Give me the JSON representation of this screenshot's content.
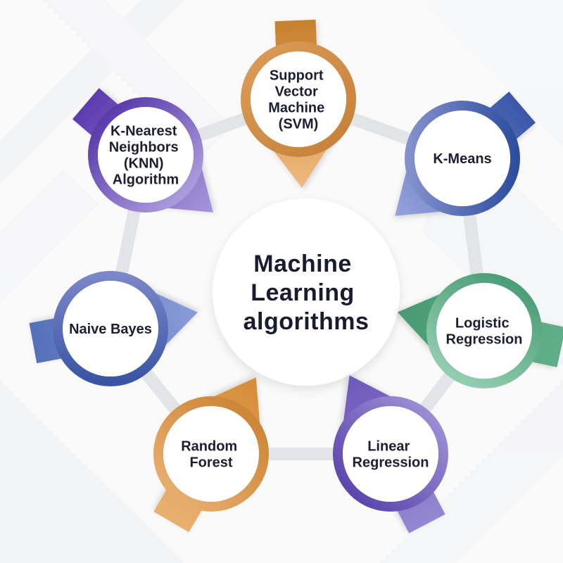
{
  "center": {
    "label": "Machine Learning algorithms",
    "lines": [
      "Machine",
      "Learning",
      "algorithms"
    ]
  },
  "nodes": [
    {
      "id": "support-vector-machine",
      "label": "Support Vector Machine (SVM)",
      "lines": [
        "Support",
        "Vector",
        "Machine",
        "(SVM)"
      ],
      "accent": "#cf8a42"
    },
    {
      "id": "k-means",
      "label": "K-Means",
      "lines": [
        "K-Means"
      ],
      "accent": "#3b57a8"
    },
    {
      "id": "logistic-regression",
      "label": "Logistic Regression",
      "lines": [
        "Logistic",
        "Regression"
      ],
      "accent": "#55a682"
    },
    {
      "id": "linear-regression",
      "label": "Linear Regression",
      "lines": [
        "Linear",
        "Regression"
      ],
      "accent": "#6f5abc"
    },
    {
      "id": "random-forest",
      "label": "Random Forest",
      "lines": [
        "Random",
        "Forest"
      ],
      "accent": "#d6934a"
    },
    {
      "id": "naive-bayes",
      "label": "Naive Bayes",
      "lines": [
        "Naive Bayes"
      ],
      "accent": "#5270ba"
    },
    {
      "id": "k-nearest-neighbors",
      "label": "K-Nearest Neighbors (KNN) Algorithm",
      "lines": [
        "K-Nearest",
        "Neighbors",
        "(KNN)",
        "Algorithm"
      ],
      "accent": "#6f4fb8"
    }
  ],
  "colors": {
    "text": "#1d1d33",
    "connector": "#e3e4e7",
    "background": "#fafafb",
    "node_fill": "#ffffff"
  }
}
